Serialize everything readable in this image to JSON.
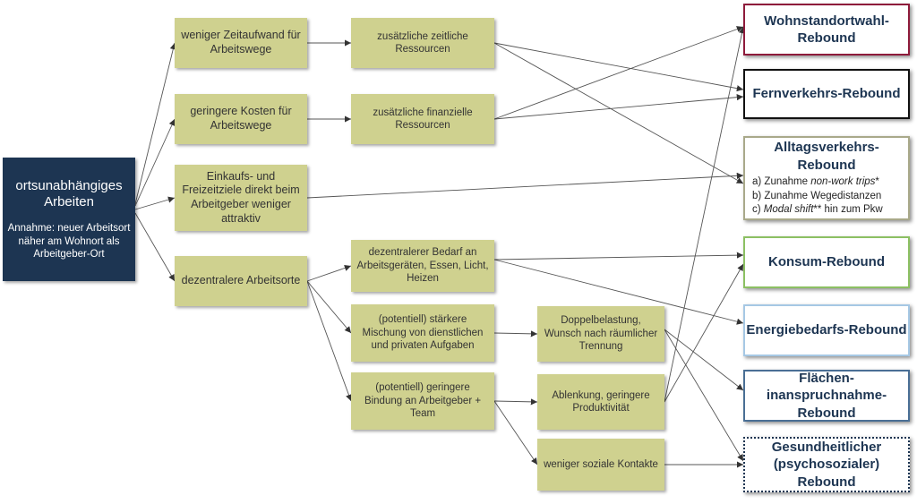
{
  "root": {
    "title": "ortsunabhängiges Arbeiten",
    "assumption": "Annahme: neuer Arbeitsort näher am Wohnort als Arbeitgeber-Ort",
    "color": "#1d3552"
  },
  "causes": {
    "a1": "weniger Zeitaufwand für Arbeitswege",
    "a2": "geringere Kosten für Arbeitswege",
    "a3": "Einkaufs- und Freizeitziele direkt beim Arbeitgeber weniger attraktiv",
    "a4": "dezentralere Arbeitsorte",
    "b1": "zusätzliche zeitliche Ressourcen",
    "b2": "zusätzliche finanzielle Ressourcen",
    "b3": "dezentralerer Bedarf an Arbeitsgeräten, Essen, Licht, Heizen",
    "b4": "(potentiell) stärkere Mischung von dienstlichen und privaten Aufgaben",
    "b5": "(potentiell) geringere Bindung an Arbeitgeber + Team",
    "c1": "Doppelbelastung, Wunsch nach räumlicher Trennung",
    "c2": "Ablenkung, geringere Produktivität",
    "c3": "weniger soziale Kontakte",
    "fill_color": "#cfd18f"
  },
  "outcomes": {
    "wohnstandort": {
      "label": "Wohnstandortwahl-Rebound",
      "border": "#8e1b3b"
    },
    "fernverkehr": {
      "label": "Fernverkehrs-Rebound",
      "border": "#111111"
    },
    "alltag": {
      "label": "Alltagsverkehrs-Rebound",
      "border": "#a9a98a",
      "items": [
        {
          "prefix": "a) Zunahme ",
          "em": "non-work trips",
          "suffix": "*"
        },
        {
          "prefix": "b) Zunahme Wegedistanzen",
          "em": "",
          "suffix": ""
        },
        {
          "prefix": "c) ",
          "em": "Modal shift",
          "suffix": "** hin zum Pkw"
        }
      ]
    },
    "konsum": {
      "label": "Konsum-Rebound",
      "border": "#8cc063"
    },
    "energie": {
      "label": "Energiebedarfs-Rebound",
      "border": "#a6c8e4"
    },
    "flaeche": {
      "label": "Flächen-inanspruchnahme-Rebound",
      "border": "#4a6f95"
    },
    "gesundheit": {
      "label": "Gesundheitlicher (psychosozialer) Rebound",
      "border": "#1d3552"
    }
  }
}
